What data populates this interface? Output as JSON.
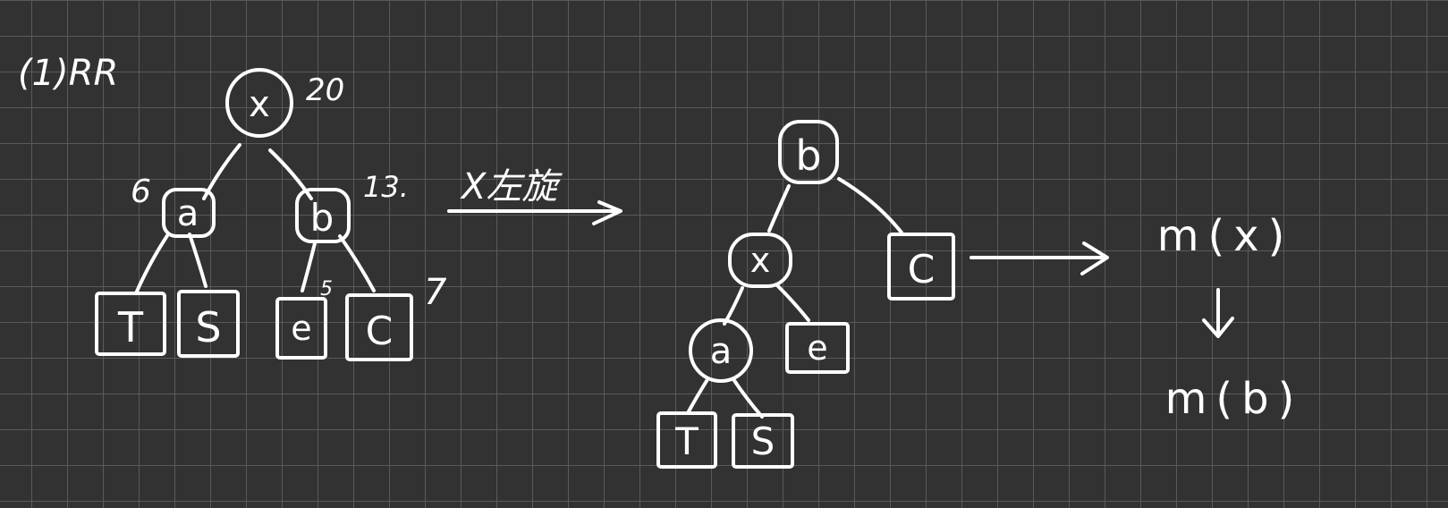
{
  "heading": "(1)RR",
  "annotations": {
    "x_value": "20",
    "a_value": "6",
    "b_value": "13.",
    "e_value": "5",
    "c_value": "7",
    "rotate": "X左旋"
  },
  "tree_before": {
    "root": "x",
    "left": "a",
    "right": "b",
    "leaves": [
      "T",
      "S",
      "e",
      "C"
    ]
  },
  "tree_after": {
    "root": "b",
    "left": "x",
    "right_leaf": "C",
    "x_left": "a",
    "x_right_leaf": "e",
    "a_leaves": [
      "T",
      "S"
    ]
  },
  "result": {
    "line1": "m(x)",
    "line2": "m(b)"
  }
}
